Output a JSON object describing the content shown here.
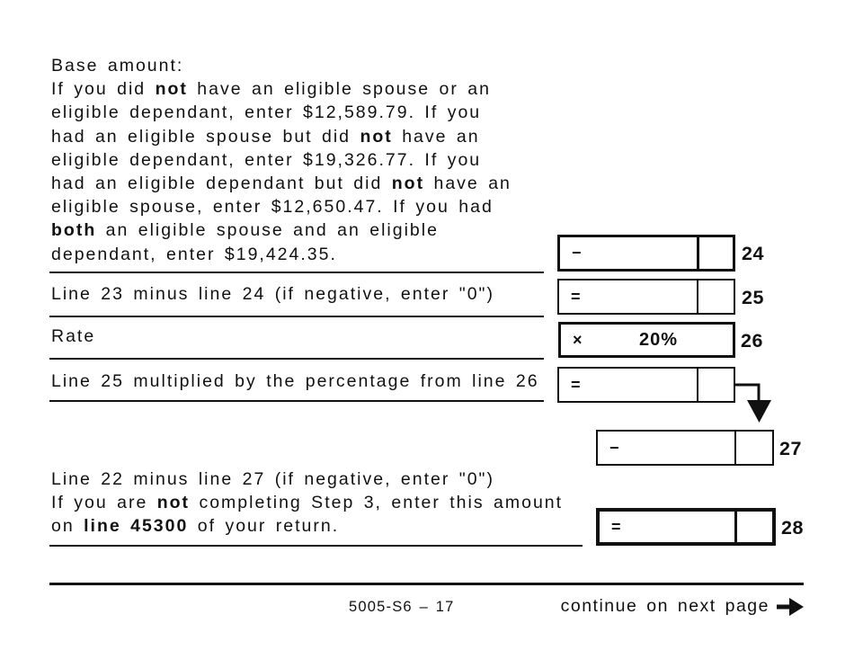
{
  "page": {
    "background": "#ffffff",
    "ink_color": "#111111"
  },
  "base_paragraph": {
    "lines": [
      {
        "pre": "Base amount:",
        "bold": "",
        "post": ""
      },
      {
        "pre": "If you did ",
        "bold": "not",
        "post": " have an eligible spouse or an"
      },
      {
        "pre": "eligible dependant, enter $12,589.79. If you",
        "bold": "",
        "post": ""
      },
      {
        "pre": "had an eligible spouse but did ",
        "bold": "not",
        "post": " have an"
      },
      {
        "pre": "eligible dependant, enter $19,326.77. If you",
        "bold": "",
        "post": ""
      },
      {
        "pre": "had an eligible dependant but did ",
        "bold": "not",
        "post": " have an"
      },
      {
        "pre": "eligible spouse, enter $12,650.47. If you had",
        "bold": "",
        "post": ""
      },
      {
        "pre": "",
        "bold": "both",
        "post": " an eligible spouse and an eligible"
      },
      {
        "pre": "dependant, enter $19,424.35.",
        "bold": "",
        "post": ""
      }
    ]
  },
  "rows": {
    "r24": {
      "operator": "−",
      "line_no": "24"
    },
    "r25": {
      "label": "Line 23 minus line 24 (if negative, enter \"0\")",
      "operator": "=",
      "line_no": "25"
    },
    "r26": {
      "label": "Rate",
      "operator": "×",
      "value": "20%",
      "line_no": "26"
    },
    "r26b": {
      "label": "Line 25 multiplied by the percentage from line 26",
      "operator": "="
    },
    "r27": {
      "operator": "−",
      "line_no": "27"
    },
    "r28": {
      "operator": "=",
      "line_no": "28"
    }
  },
  "bottom_paragraph": {
    "lines": [
      {
        "pre": "Line 22 minus line 27 (if negative, enter \"0\")",
        "bold": "",
        "post": ""
      },
      {
        "pre": "If you are ",
        "bold": "not",
        "post": " completing Step 3, enter this amount"
      },
      {
        "pre": "on ",
        "bold": "line 45300",
        "post": " of your return."
      }
    ]
  },
  "icons": {
    "down_arrow": "down-arrow-icon",
    "right_arrow": "right-arrow-icon"
  },
  "footer": {
    "form_number": "5005-S6 – 17",
    "continue_text": "continue on next page"
  }
}
